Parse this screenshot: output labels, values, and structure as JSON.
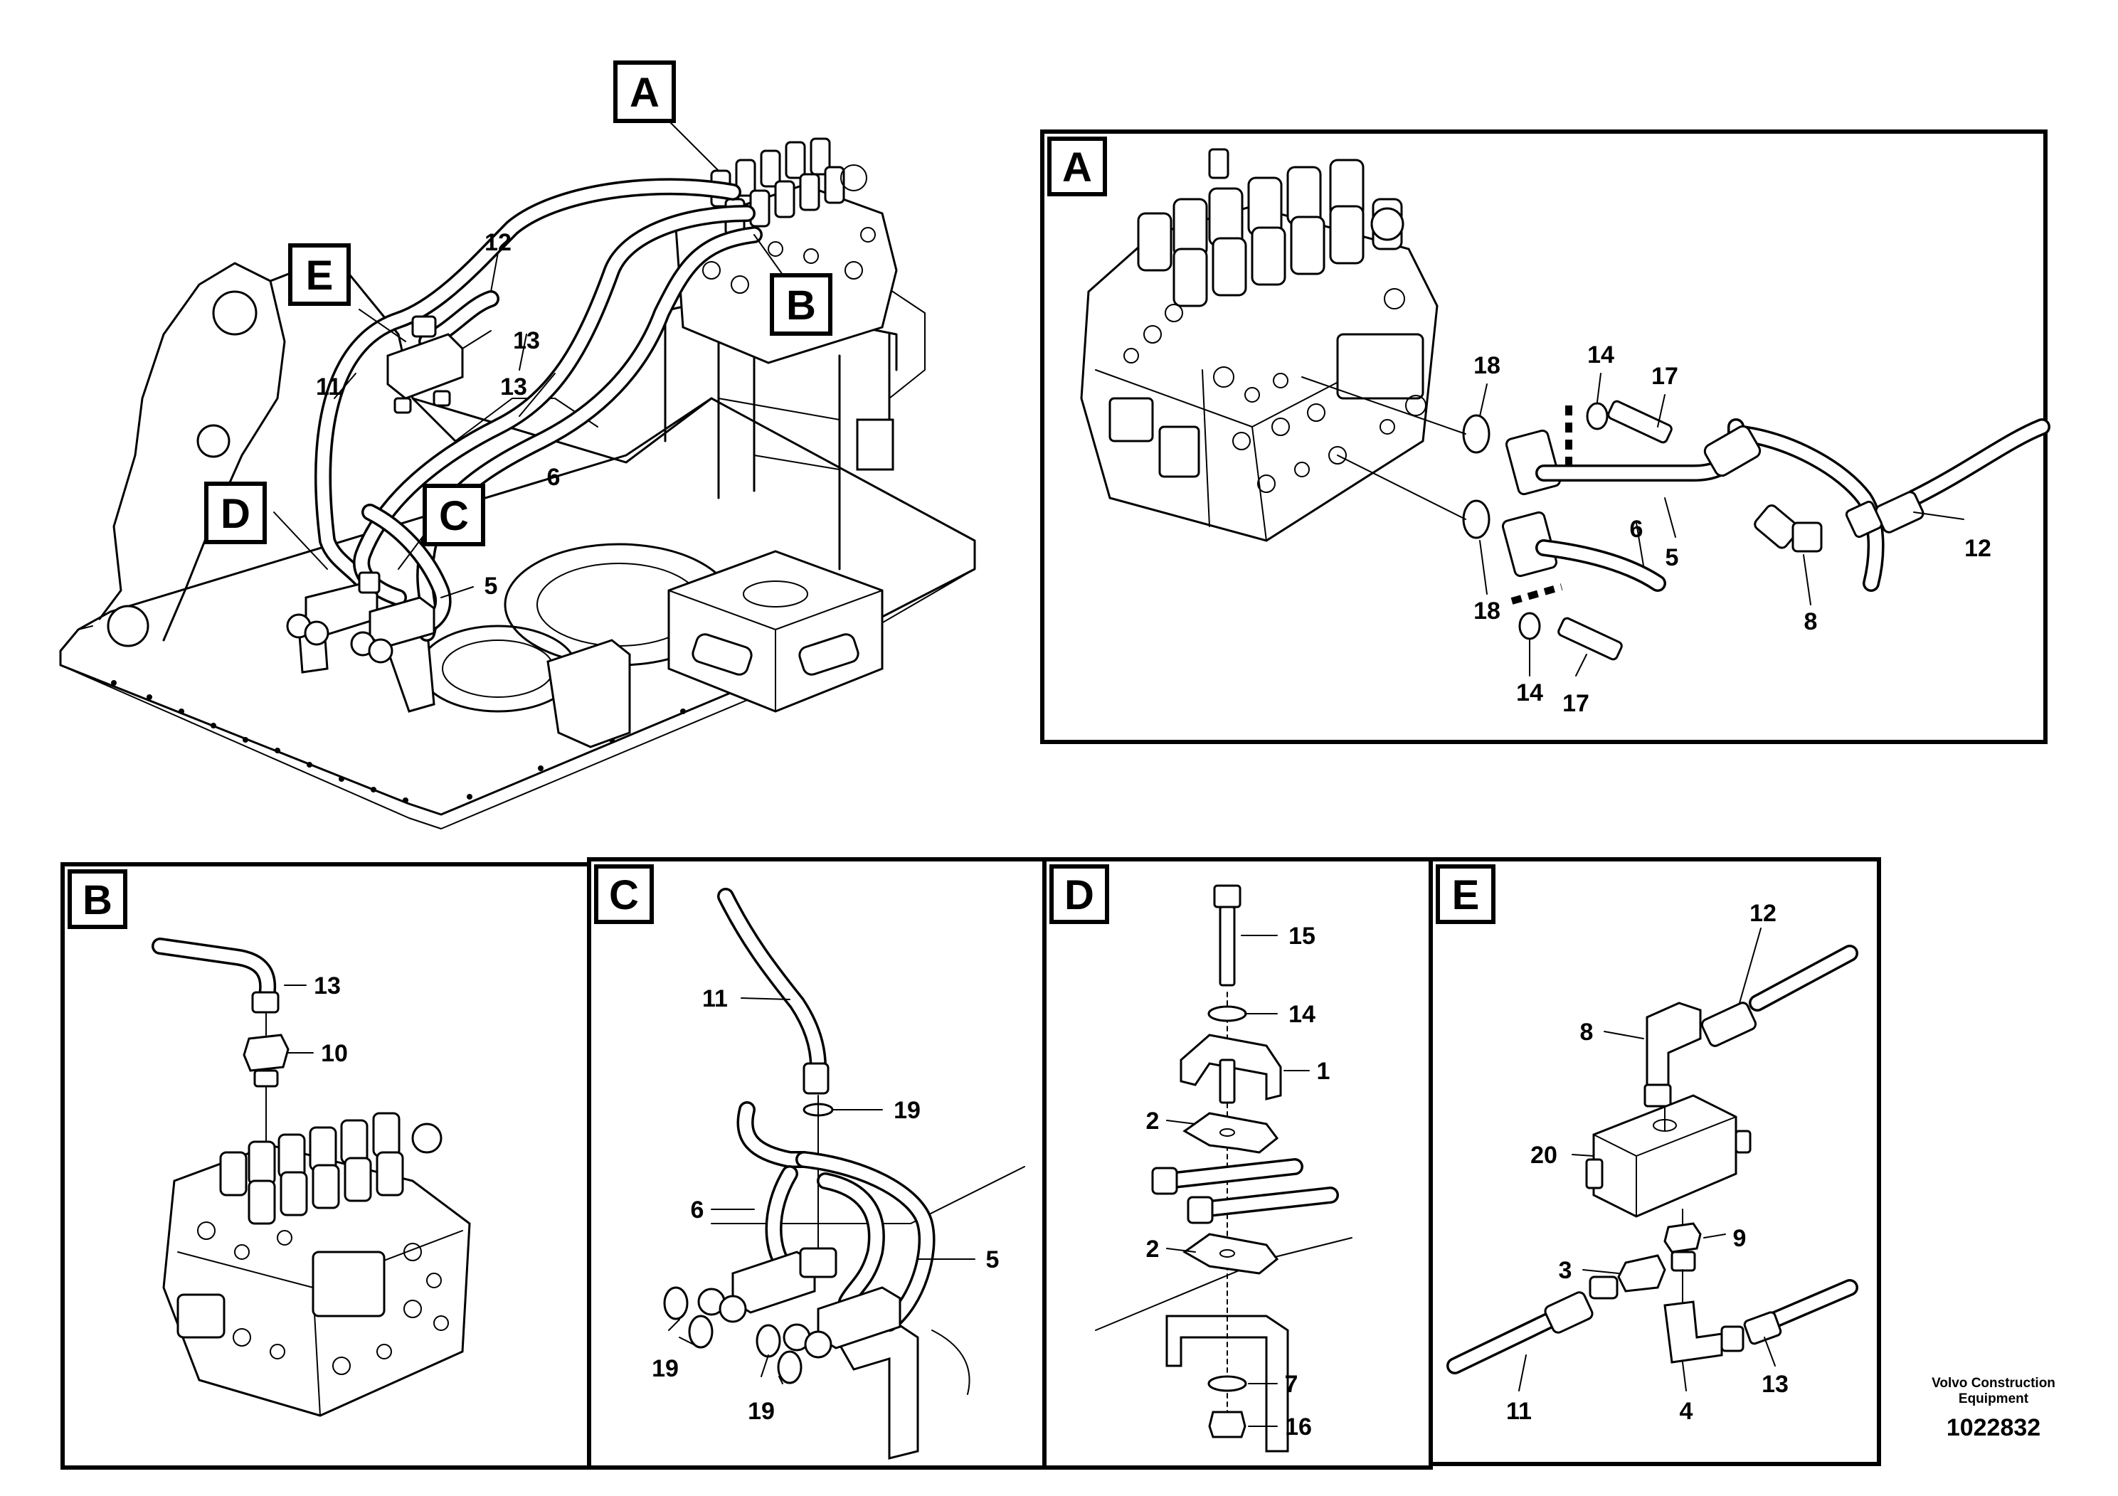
{
  "overview": {
    "callouts": [
      {
        "id": "A",
        "label": "A"
      },
      {
        "id": "B",
        "label": "B"
      },
      {
        "id": "C",
        "label": "C"
      },
      {
        "id": "D",
        "label": "D"
      },
      {
        "id": "E",
        "label": "E"
      }
    ],
    "part_numbers": [
      "12",
      "13",
      "11",
      "13",
      "6",
      "5"
    ]
  },
  "panels": {
    "A": {
      "label": "A",
      "part_numbers": [
        "18",
        "14",
        "17",
        "6",
        "5",
        "12",
        "8",
        "18",
        "14",
        "17"
      ]
    },
    "B": {
      "label": "B",
      "part_numbers": [
        "13",
        "10"
      ]
    },
    "C": {
      "label": "C",
      "part_numbers": [
        "11",
        "19",
        "6",
        "5",
        "19",
        "19"
      ]
    },
    "D": {
      "label": "D",
      "part_numbers": [
        "15",
        "14",
        "1",
        "2",
        "2",
        "7",
        "16"
      ]
    },
    "E": {
      "label": "E",
      "part_numbers": [
        "12",
        "8",
        "20",
        "9",
        "3",
        "13",
        "11",
        "4"
      ]
    }
  },
  "footer": {
    "brand_line1": "Volvo Construction",
    "brand_line2": "Equipment",
    "document_number": "1022832"
  },
  "icons": [
    "valve-block-icon",
    "hose-icon",
    "fitting-icon",
    "bolt-icon",
    "clamp-icon",
    "o-ring-icon",
    "tee-block-icon"
  ]
}
